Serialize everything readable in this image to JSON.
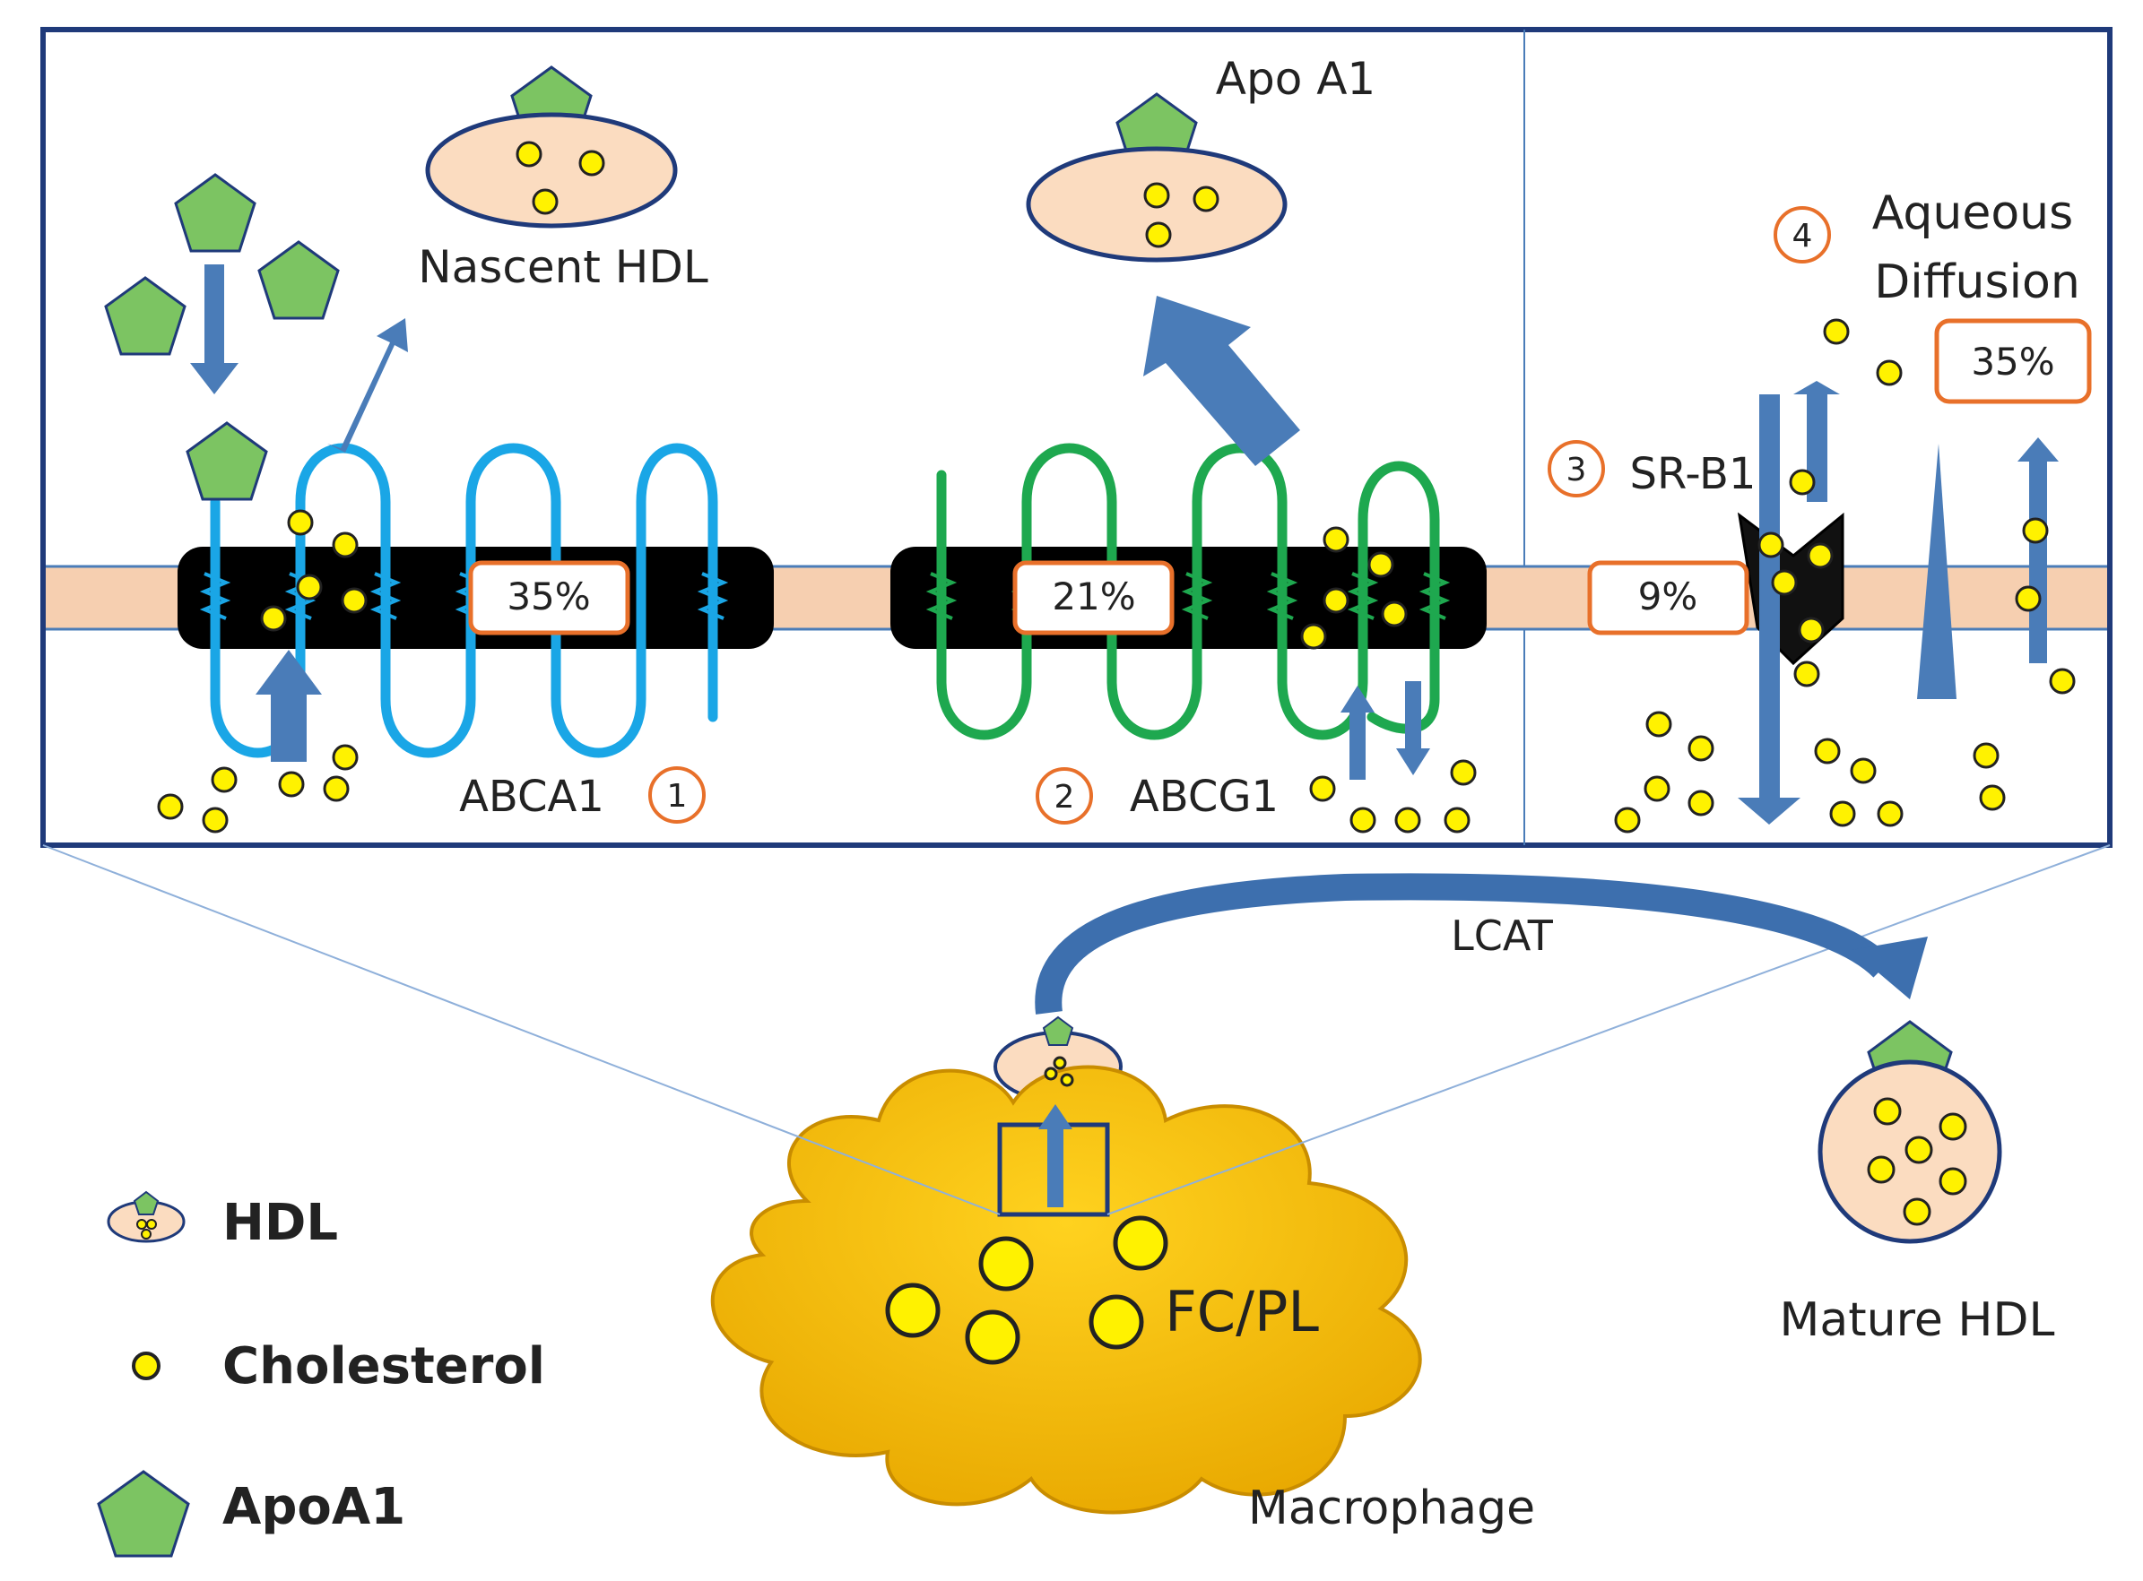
{
  "labels": {
    "nascent_hdl": "Nascent HDL",
    "apo_a1_top": "Apo A1",
    "aqueous": "Aqueous",
    "diffusion": "Diffusion",
    "abca1": "ABCA1",
    "abcg1": "ABCG1",
    "srb1": "SR-B1",
    "lcat": "LCAT",
    "fc_pl": "FC/PL",
    "macrophage": "Macrophage",
    "mature_hdl": "Mature HDL"
  },
  "steps": {
    "n1": "1",
    "n2": "2",
    "n3": "3",
    "n4": "4"
  },
  "percentages": {
    "abca1": "35%",
    "abcg1": "21%",
    "srb1": "9%",
    "aqueous": "35%"
  },
  "legend": {
    "hdl": "HDL",
    "cholesterol": "Cholesterol",
    "apoa1": "ApoA1"
  },
  "colors": {
    "membrane": "#f6cfb0",
    "abca1_loop": "#1aa6e6",
    "abcg1_loop": "#1ea84f",
    "arrow": "#4a7cb8",
    "apoa1": "#7cc462",
    "cholesterol": "#fff200",
    "macrophage": "#f2b705",
    "hdl_particle": "#fbdcc0",
    "badge_border": "#e8702a",
    "frame": "#1f3a7a"
  }
}
